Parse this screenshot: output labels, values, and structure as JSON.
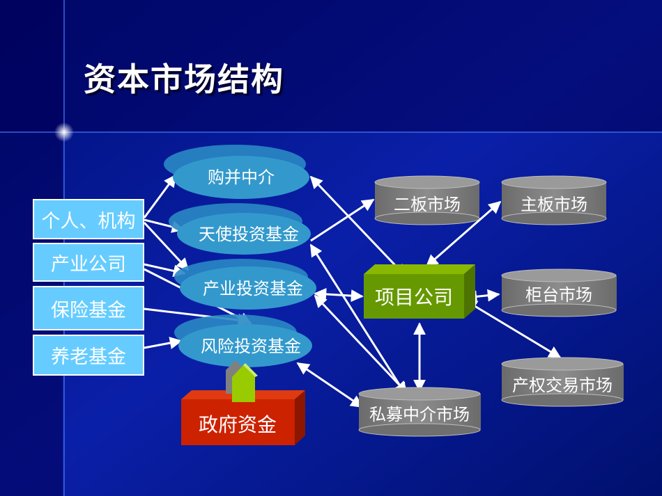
{
  "title": "资本市场结构",
  "sources": [
    "个人、机构",
    "产业公司",
    "保险基金",
    "养老基金"
  ],
  "intermediaries": [
    "购并中介",
    "天使投资基金",
    "产业投资基金",
    "风险投资基金"
  ],
  "government": "政府资金",
  "project": "项目公司",
  "markets": {
    "second_board": "二板市场",
    "main_board": "主板市场",
    "otc": "柜台市场",
    "equity_exchange": "产权交易市场",
    "private_placement": "私募中介市场"
  },
  "colors": {
    "background": "#000066",
    "source_box": "#66ccff",
    "ellipse": "#3399cc",
    "cylinder": "#808080",
    "project_box": "#669900",
    "government_box": "#cc2200",
    "arrow": "#ffffff"
  }
}
